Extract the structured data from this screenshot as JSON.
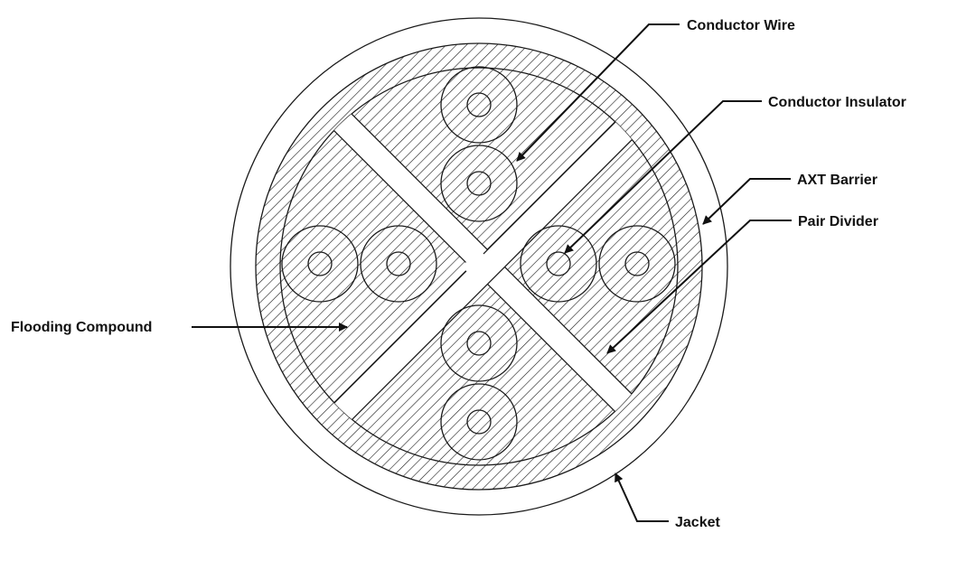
{
  "diagram": {
    "labels": {
      "conductor_wire": "Conductor Wire",
      "conductor_insulator": "Conductor Insulator",
      "axt_barrier": "AXT Barrier",
      "pair_divider": "Pair Divider",
      "flooding_compound": "Flooding Compound",
      "jacket": "Jacket"
    },
    "colors": {
      "line": "#1a1a1a",
      "background": "#ffffff"
    }
  }
}
